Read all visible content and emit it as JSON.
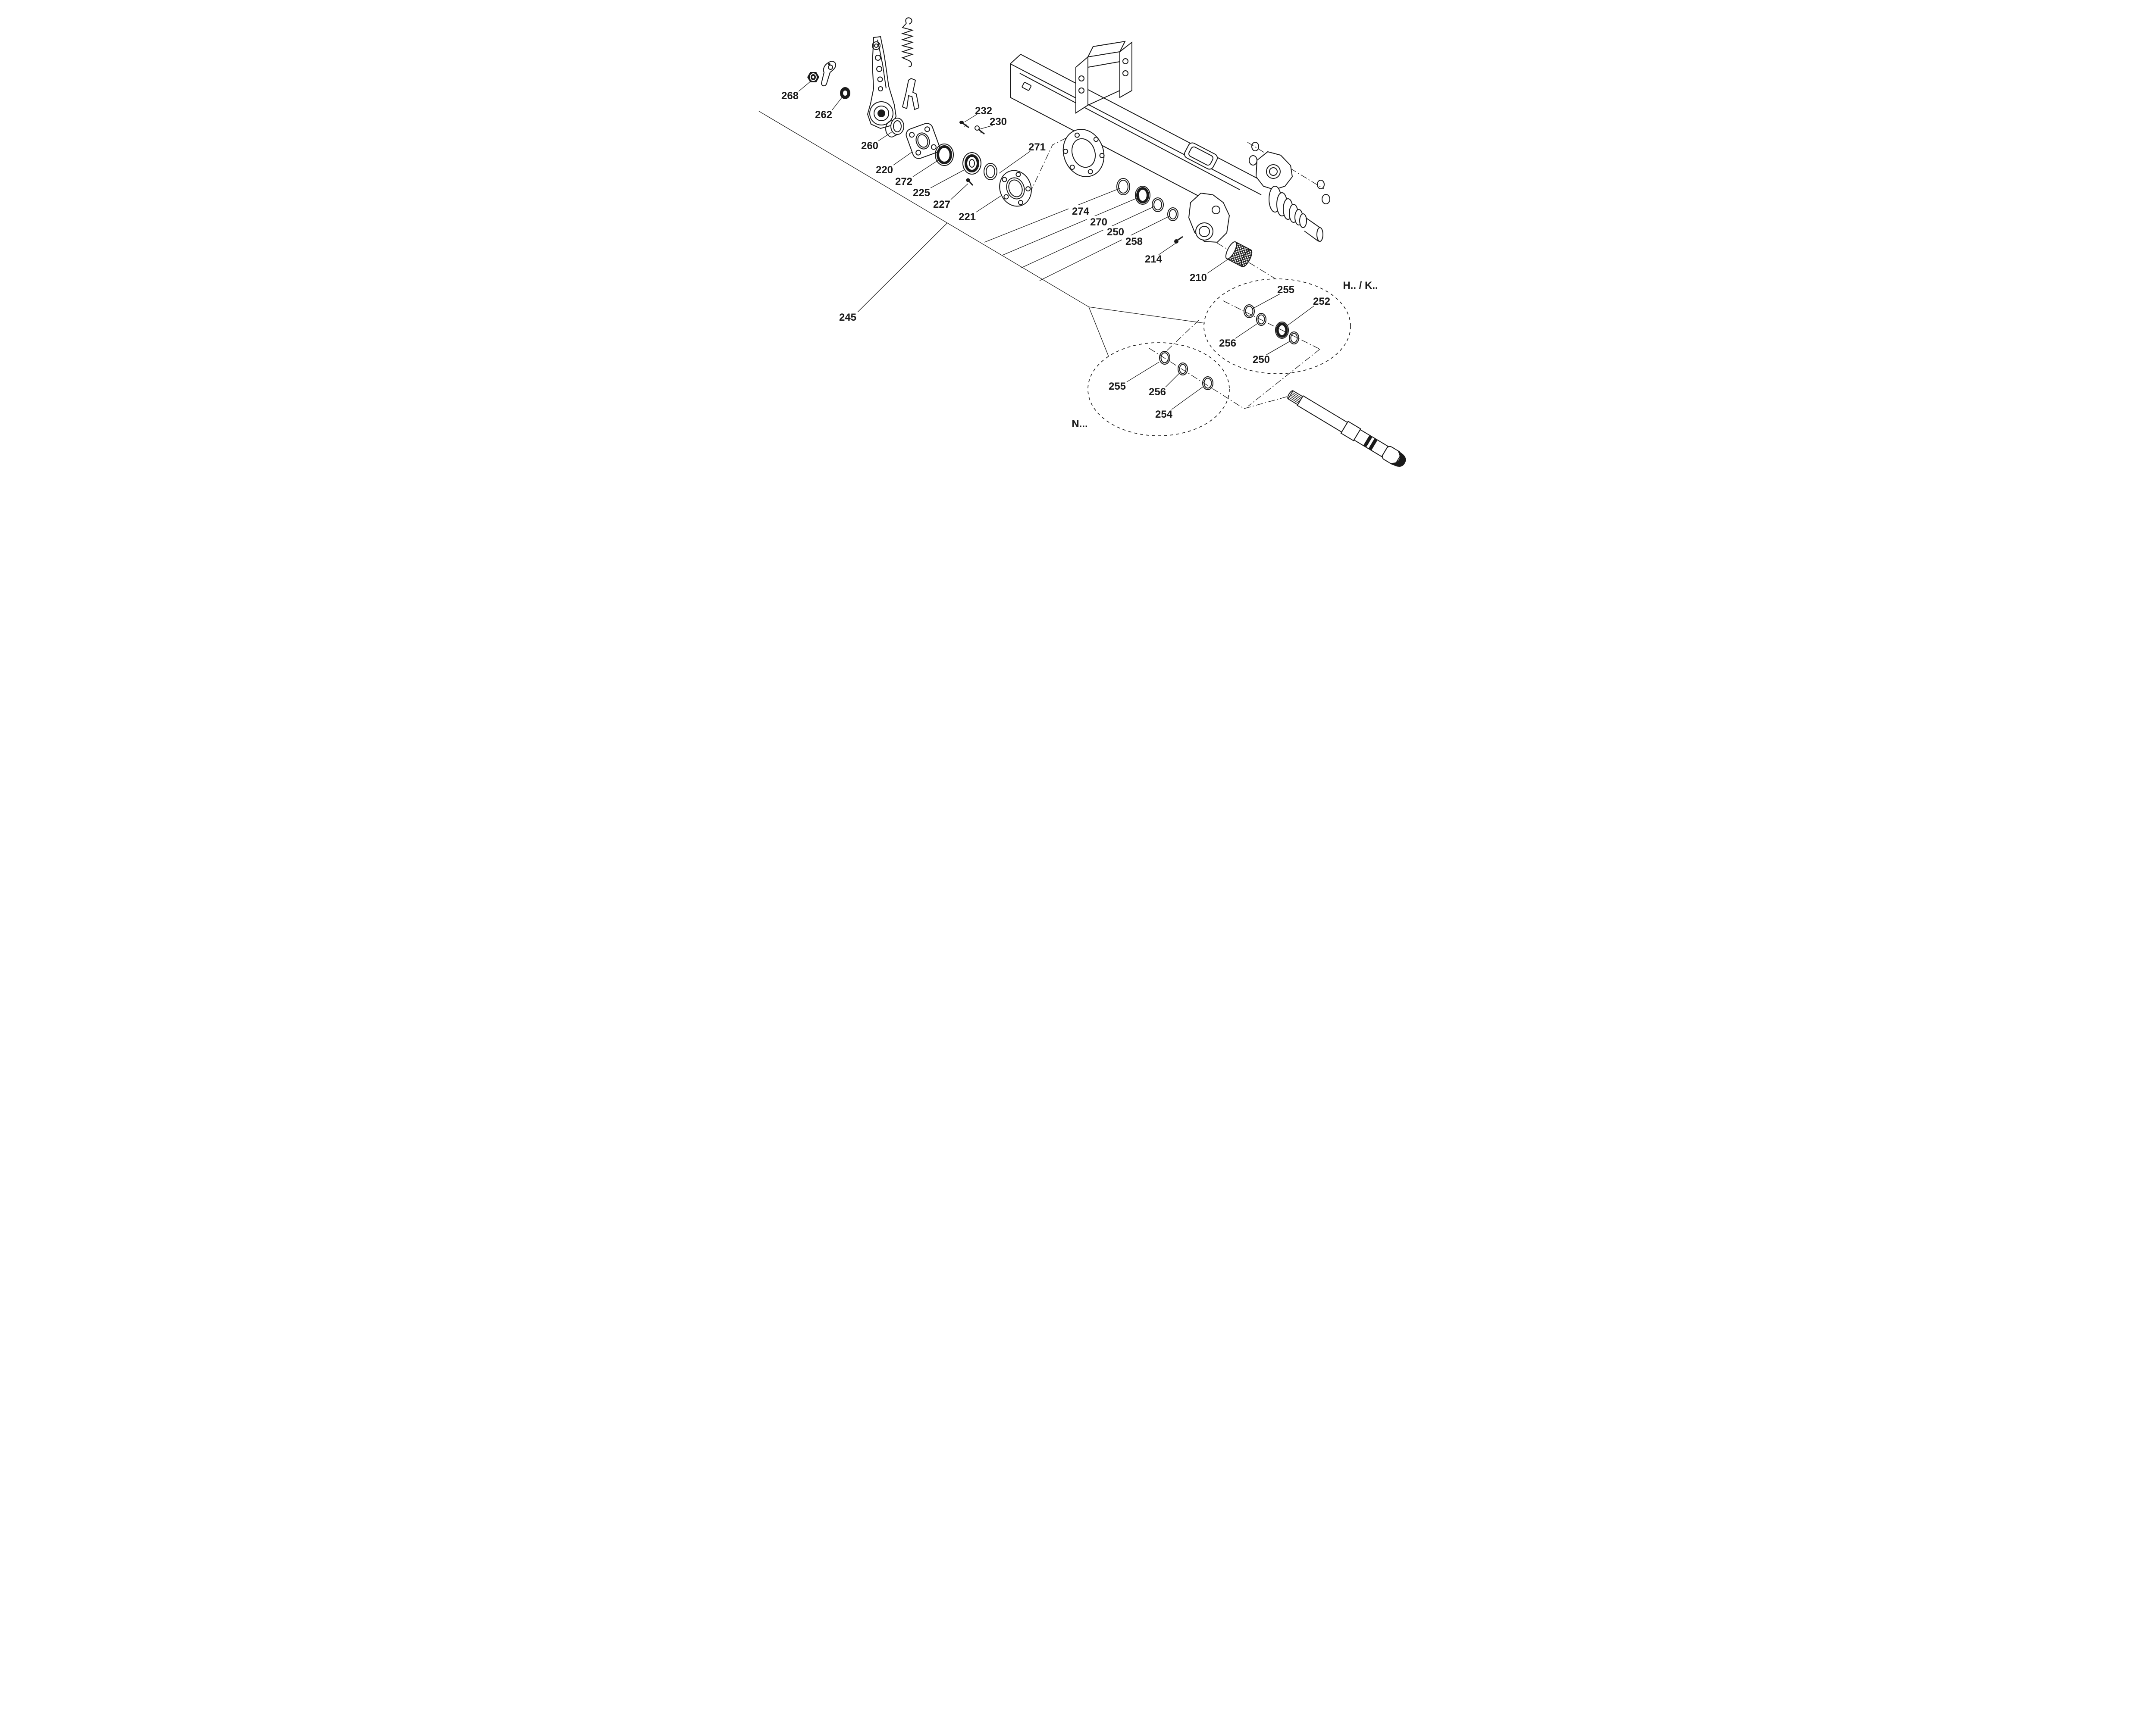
{
  "colors": {
    "ink": "#1a1a1a",
    "background": "#ffffff"
  },
  "callouts": {
    "c268": "268",
    "c262": "262",
    "c260": "260",
    "c220": "220",
    "c272": "272",
    "c225": "225",
    "c227": "227",
    "c221": "221",
    "c232": "232",
    "c230": "230",
    "c271": "271",
    "c274": "274",
    "c270": "270",
    "c250": "250",
    "c258": "258",
    "c214": "214",
    "c210": "210",
    "c245": "245"
  },
  "detail_hk": {
    "title": "H.. / K..",
    "c255": "255",
    "c252": "252",
    "c256": "256",
    "c250": "250"
  },
  "detail_n": {
    "title": "N...",
    "c255": "255",
    "c256": "256",
    "c254": "254"
  }
}
